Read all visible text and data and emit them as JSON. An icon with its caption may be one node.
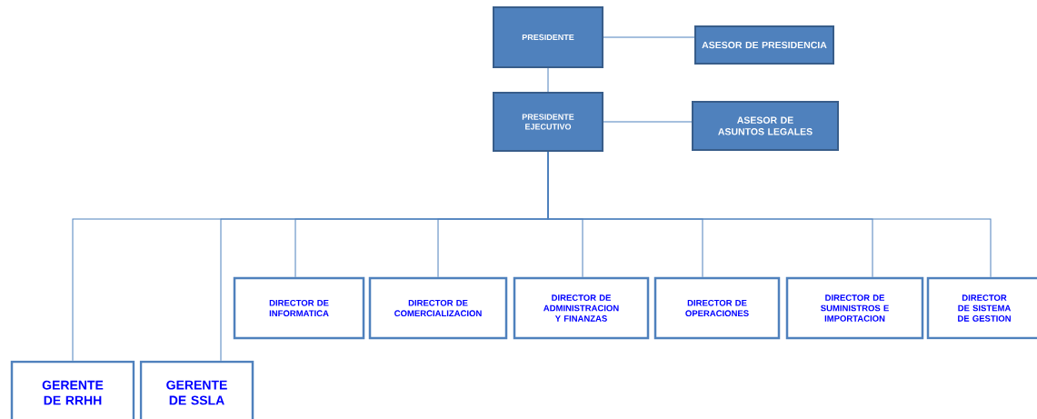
{
  "diagram": {
    "nodes": [
      {
        "text": [
          "PRESIDENTE"
        ]
      },
      {
        "text": [
          "ASESOR DE PRESIDENCIA"
        ]
      },
      {
        "text": [
          "PRESIDENTE EJECUTIVO"
        ]
      },
      {
        "text": [
          "ASESOR DE ASUNTOS LEGALES"
        ]
      },
      {
        "text": [
          "GERENTE DE RRHH"
        ]
      },
      {
        "text": [
          "GERENTE DE SSLA"
        ]
      },
      {
        "text": [
          "DIRECTOR DE INFORMATICA"
        ]
      },
      {
        "text": [
          "DIRECTOR DE COMERCIALIZACION"
        ]
      },
      {
        "text": [
          "DIRECTOR DE ADMINISTRACION Y FINANZAS"
        ]
      },
      {
        "text": [
          "DIRECTOR DE OPERACIONES"
        ]
      },
      {
        "text": [
          "DIRECTOR DE SUMINISTROS E IMPORTACION"
        ]
      },
      {
        "text": [
          "DIRECTOR DE SISTEMA DE GESTION"
        ]
      }
    ],
    "edges": [
      {
        "from": 0,
        "to": 1,
        "arrow": "none"
      },
      {
        "from": 0,
        "to": 2,
        "arrow": "none"
      },
      {
        "from": 2,
        "to": 3,
        "arrow": "none"
      },
      {
        "from": 2,
        "to": 4,
        "arrow": "none"
      },
      {
        "from": 2,
        "to": 5,
        "arrow": "none"
      },
      {
        "from": 2,
        "to": 6,
        "arrow": "none"
      },
      {
        "from": 2,
        "to": 7,
        "arrow": "none"
      },
      {
        "from": 2,
        "to": 8,
        "arrow": "none"
      },
      {
        "from": 2,
        "to": 9,
        "arrow": "none"
      },
      {
        "from": 2,
        "to": 10,
        "arrow": "none"
      },
      {
        "from": 2,
        "to": 11,
        "arrow": "none"
      }
    ]
  }
}
